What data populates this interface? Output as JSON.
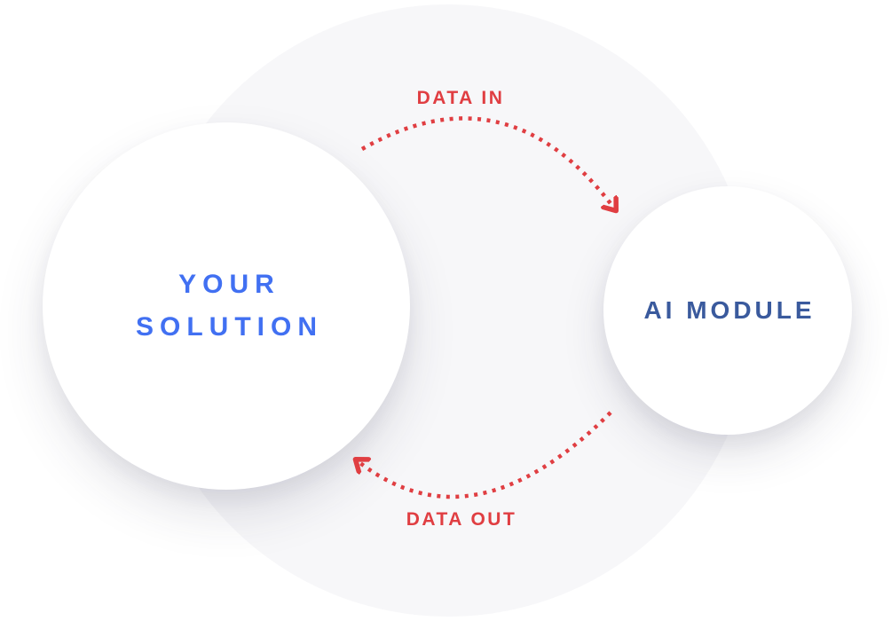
{
  "diagram": {
    "title": "solution-ai-module-data-flow",
    "background_circle_color": "#f7f7f9",
    "node_fill_color": "#ffffff",
    "left_node": {
      "label_line1": "YOUR",
      "label_line2": "SOLUTION",
      "text_color": "#4170f2"
    },
    "right_node": {
      "label": "AI MODULE",
      "text_color": "#3a5a9d"
    },
    "arrows": {
      "color": "#e03e42",
      "style": "dotted",
      "top": {
        "label": "DATA IN",
        "from": "your-solution",
        "to": "ai-module",
        "direction": "left-to-right"
      },
      "bottom": {
        "label": "DATA OUT",
        "from": "ai-module",
        "to": "your-solution",
        "direction": "right-to-left"
      }
    }
  }
}
